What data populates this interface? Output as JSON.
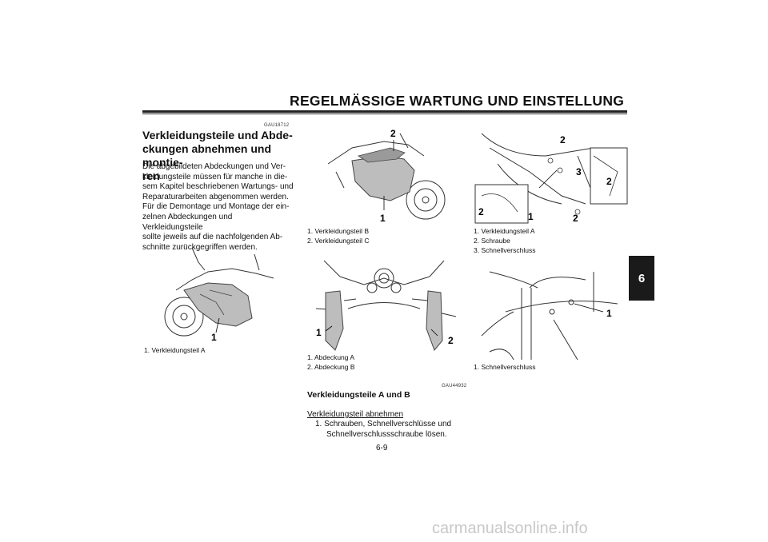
{
  "header": {
    "title": "REGELMÄSSIGE WARTUNG UND EINSTELLUNG",
    "tab": "6"
  },
  "left": {
    "code": "GAU18712",
    "heading_lines": [
      "Verkleidungsteile und Abde-",
      "ckungen abnehmen und montie-",
      "ren"
    ],
    "body_lines": [
      "Die abgebildeten Abdeckungen und Ver-",
      "kleidungsteile müssen für manche in die-",
      "sem Kapitel beschriebenen Wartungs- und",
      "Reparaturarbeiten abgenommen werden.",
      "Für die Demontage und Montage der ein-",
      "zelnen Abdeckungen und Verkleidungsteile",
      "sollte jeweils auf die nachfolgenden Ab-",
      "schnitte zurückgegriffen werden."
    ],
    "figure_callout": "1",
    "caption": "1.  Verkleidungsteil A"
  },
  "middle": {
    "figure1_callouts": [
      "1",
      "2"
    ],
    "caption1": [
      "1.  Verkleidungsteil B",
      "2.  Verkleidungsteil C"
    ],
    "figure2_callouts": [
      "1",
      "2"
    ],
    "caption2": [
      "1.  Abdeckung A",
      "2.  Abdeckung B"
    ],
    "code": "GAU44932",
    "subheading": "Verkleidungsteile A und B",
    "underline_heading": "Verkleidungsteil abnehmen",
    "step_lines": [
      "1.  Schrauben, Schnellverschlüsse und",
      "Schnellverschlussschraube lösen."
    ]
  },
  "right": {
    "figure1_callouts": [
      "2",
      "3",
      "2",
      "2",
      "1",
      "2"
    ],
    "caption1": [
      "1.  Verkleidungsteil A",
      "2.  Schraube",
      "3.  Schnellverschluss"
    ],
    "figure2_callout": "1",
    "caption2": [
      "1.  Schnellverschluss"
    ]
  },
  "footer": {
    "page": "6-9",
    "watermark": "carmanualsonline.info"
  }
}
